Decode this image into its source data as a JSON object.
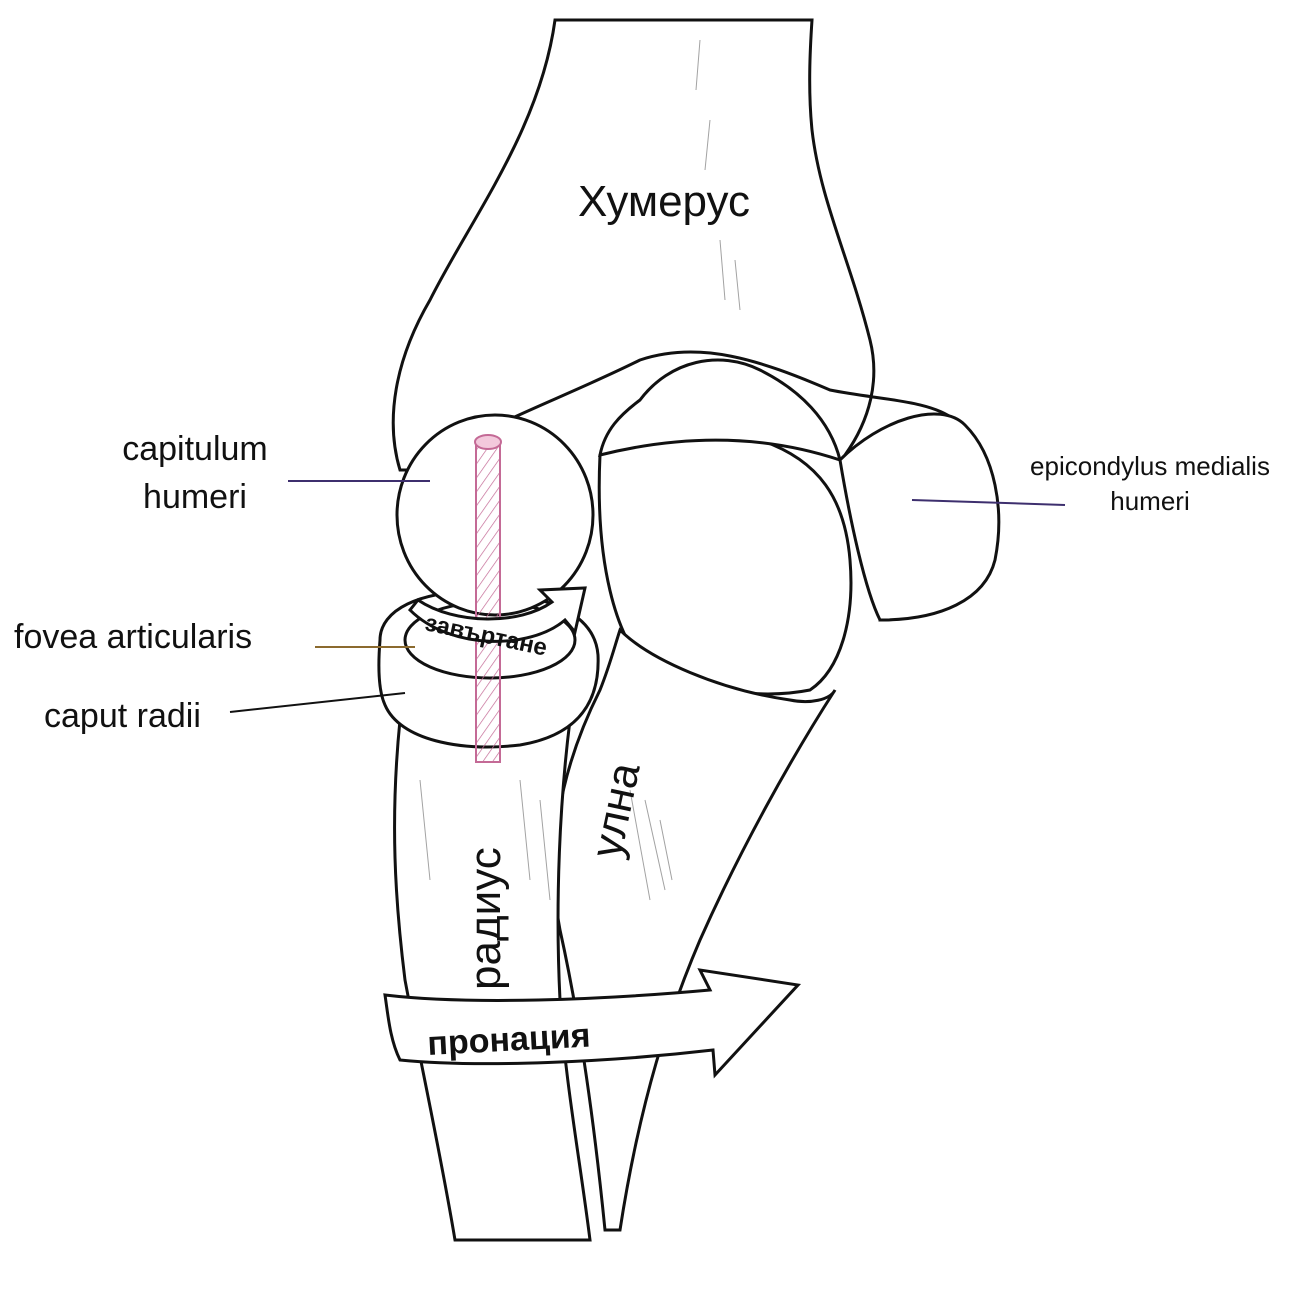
{
  "labels": {
    "humerus": "Хумерус",
    "capitulum_line1": "capitulum",
    "capitulum_line2": "humeri",
    "epicondylus_line1": "epicondylus medialis",
    "epicondylus_line2": "humeri",
    "fovea": "fovea articularis",
    "caput": "caput radii",
    "rotation": "завъртане",
    "radius": "радиус",
    "ulna": "улна",
    "pronation": "пронация"
  },
  "colors": {
    "axis_rod": "#e7a9c9",
    "leader_line": "#3d2f6e",
    "bone_outline": "#111111"
  }
}
